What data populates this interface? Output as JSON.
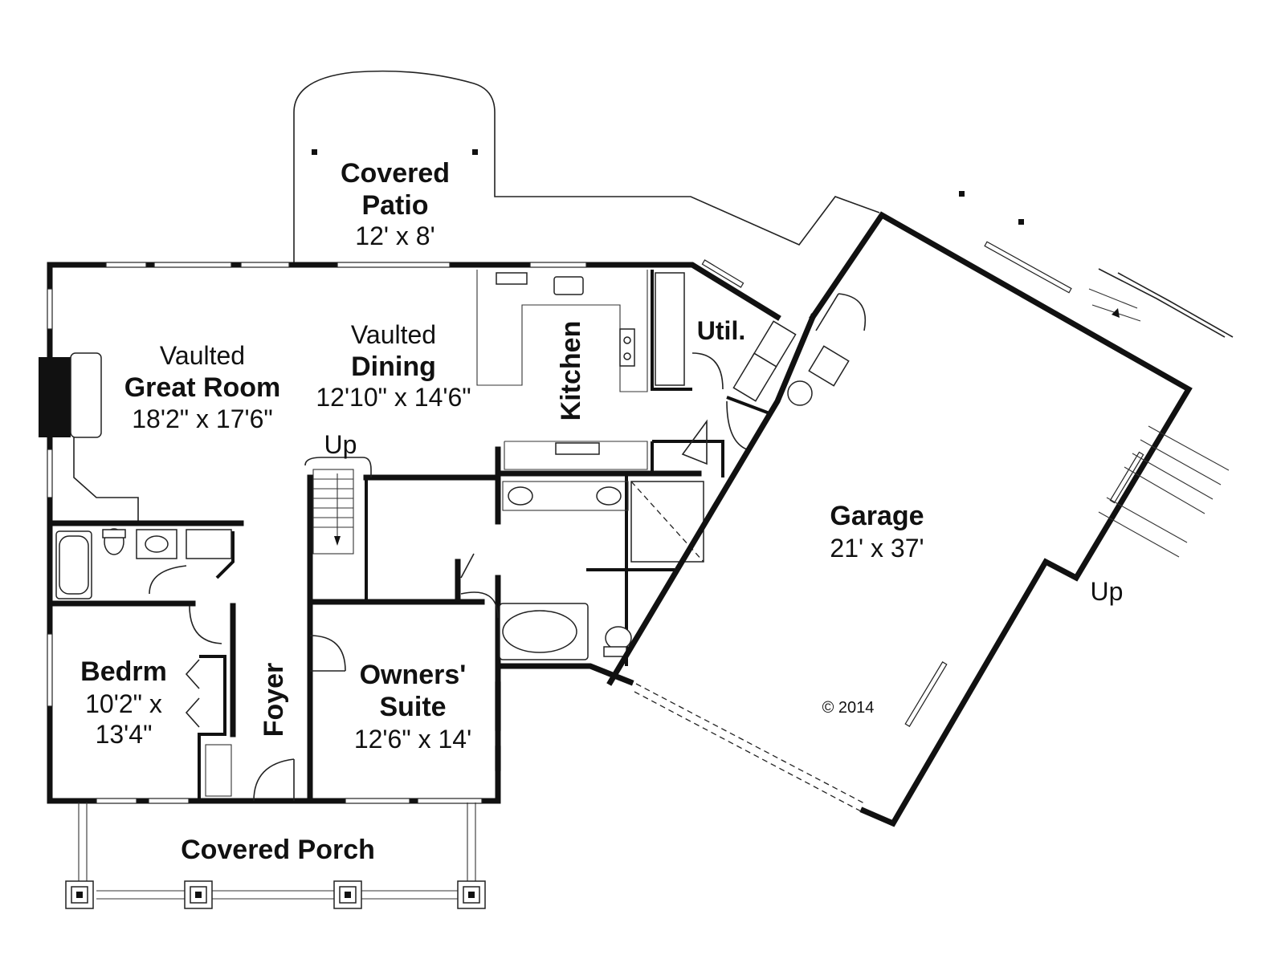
{
  "plan": {
    "covered_patio": {
      "name_line1": "Covered",
      "name_line2": "Patio",
      "dims": "12' x 8'"
    },
    "great_room": {
      "qualifier": "Vaulted",
      "name": "Great Room",
      "dims": "18'2\" x 17'6\""
    },
    "dining": {
      "qualifier": "Vaulted",
      "name": "Dining",
      "dims": "12'10\" x 14'6\""
    },
    "kitchen": {
      "name": "Kitchen"
    },
    "utility": {
      "name": "Util."
    },
    "stair": {
      "label": "Up"
    },
    "garage": {
      "name": "Garage",
      "dims": "21' x 37'"
    },
    "garage_stair": {
      "label": "Up"
    },
    "bedroom": {
      "name": "Bedrm",
      "dims_line1": "10'2\" x",
      "dims_line2": "13'4\""
    },
    "foyer": {
      "name": "Foyer"
    },
    "owners_suite": {
      "name_line1": "Owners'",
      "name_line2": "Suite",
      "dims": "12'6\" x 14'"
    },
    "covered_porch": {
      "name": "Covered Porch"
    },
    "copyright": "© 2014"
  }
}
